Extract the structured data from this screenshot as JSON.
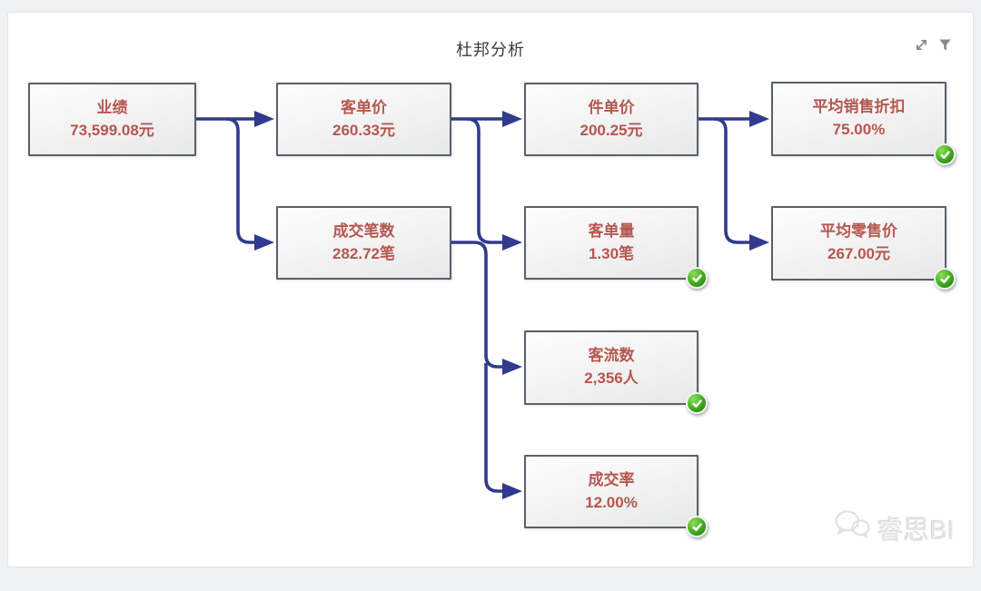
{
  "panel": {
    "title": "杜邦分析",
    "toolbar": [
      {
        "name": "expand-icon"
      },
      {
        "name": "filter-icon"
      }
    ]
  },
  "nodes": [
    {
      "id": "performance",
      "label": "业绩",
      "value": "73,599.08元",
      "checked": false
    },
    {
      "id": "avg-ticket",
      "label": "客单价",
      "value": "260.33元",
      "checked": false
    },
    {
      "id": "unit-price",
      "label": "件单价",
      "value": "200.25元",
      "checked": false
    },
    {
      "id": "avg-sales-discount",
      "label": "平均销售折扣",
      "value": "75.00%",
      "checked": true
    },
    {
      "id": "deal-count",
      "label": "成交笔数",
      "value": "282.72笔",
      "checked": false
    },
    {
      "id": "items-per-ticket",
      "label": "客单量",
      "value": "1.30笔",
      "checked": true
    },
    {
      "id": "avg-retail-price",
      "label": "平均零售价",
      "value": "267.00元",
      "checked": true
    },
    {
      "id": "traffic",
      "label": "客流数",
      "value": "2,356人",
      "checked": true
    },
    {
      "id": "conversion-rate",
      "label": "成交率",
      "value": "12.00%",
      "checked": true
    }
  ],
  "edges": [
    {
      "from": "performance",
      "to": "avg-ticket"
    },
    {
      "from": "performance",
      "to": "deal-count"
    },
    {
      "from": "avg-ticket",
      "to": "unit-price"
    },
    {
      "from": "avg-ticket",
      "to": "items-per-ticket"
    },
    {
      "from": "deal-count",
      "to": "traffic"
    },
    {
      "from": "deal-count",
      "to": "conversion-rate"
    },
    {
      "from": "unit-price",
      "to": "avg-sales-discount"
    },
    {
      "from": "unit-price",
      "to": "avg-retail-price"
    }
  ],
  "watermark": {
    "icon": "wechat-icon",
    "text": "睿思BI"
  },
  "colors": {
    "node_text": "#b5574f",
    "node_border": "#5a5f6d",
    "edge_blue": "#303a8e",
    "check_green": "#3aa11d",
    "title_text": "#3d3d3d",
    "icon_gray": "#8a8a8a",
    "page_background": "#eef0f2",
    "watermark_gray": "#e6e6e6"
  }
}
